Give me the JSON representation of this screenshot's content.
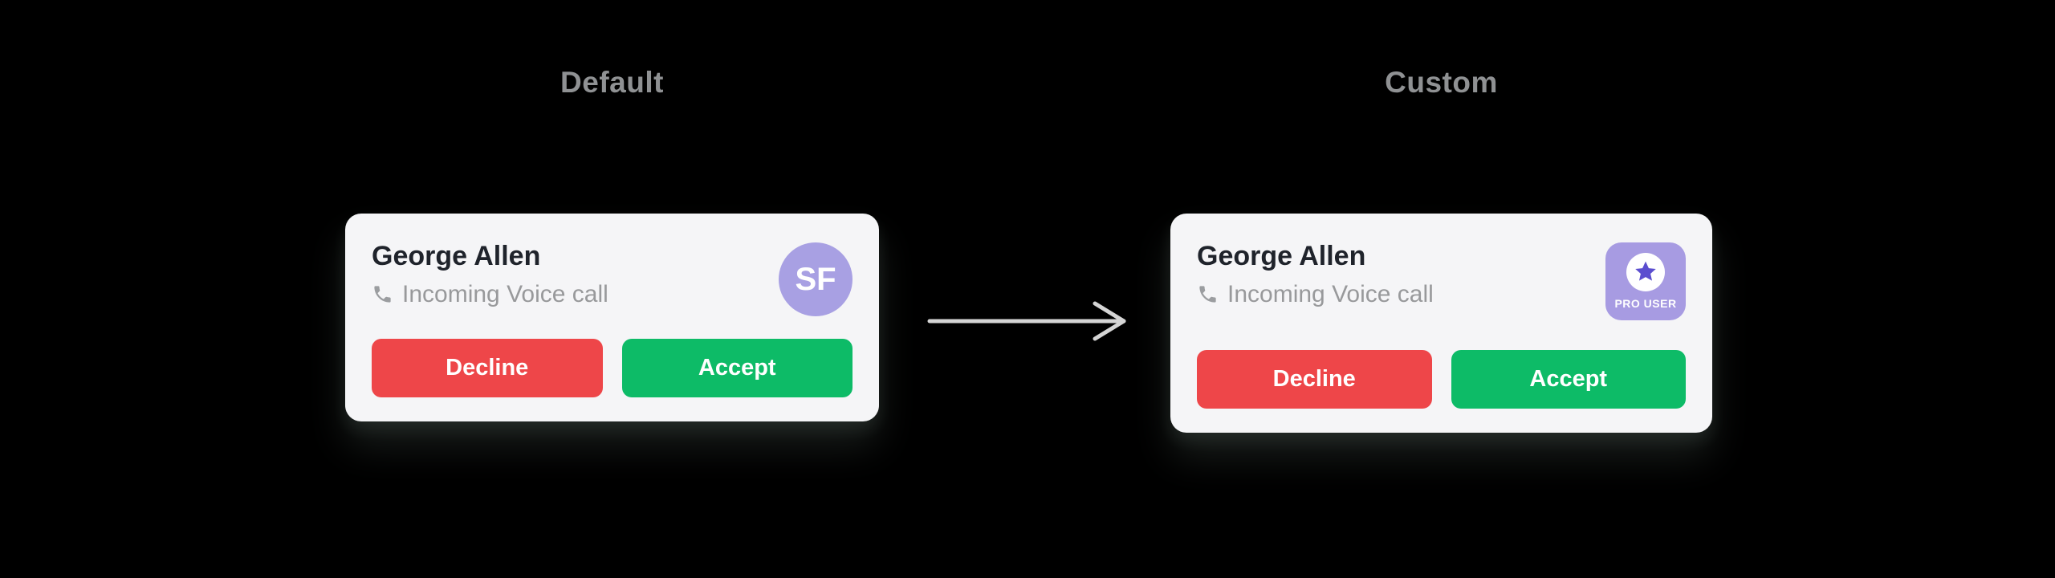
{
  "labels": {
    "default_label": "Default",
    "custom_label": "Custom"
  },
  "cards": {
    "default": {
      "caller_name": "George Allen",
      "subtitle": "Incoming Voice call",
      "avatar_initials": "SF",
      "decline_label": "Decline",
      "accept_label": "Accept"
    },
    "custom": {
      "caller_name": "George Allen",
      "subtitle": "Incoming Voice call",
      "badge_label": "PRO USER",
      "decline_label": "Decline",
      "accept_label": "Accept"
    }
  },
  "icons": {
    "phone": "phone-icon",
    "star": "star-icon",
    "arrow": "arrow-right-icon"
  },
  "colors": {
    "background": "#000000",
    "card_background": "#f5f5f7",
    "title_text": "#1f232b",
    "subtitle_text": "#98999b",
    "section_label_text": "#8f9193",
    "decline_red": "#ee4649",
    "accept_green": "#0dbb67",
    "avatar_purple": "#a8a0e3",
    "badge_purple": "#a79be2",
    "star_purple": "#5b4ecf",
    "arrow_gray": "#d5d5d5",
    "button_text": "#ffffff"
  }
}
